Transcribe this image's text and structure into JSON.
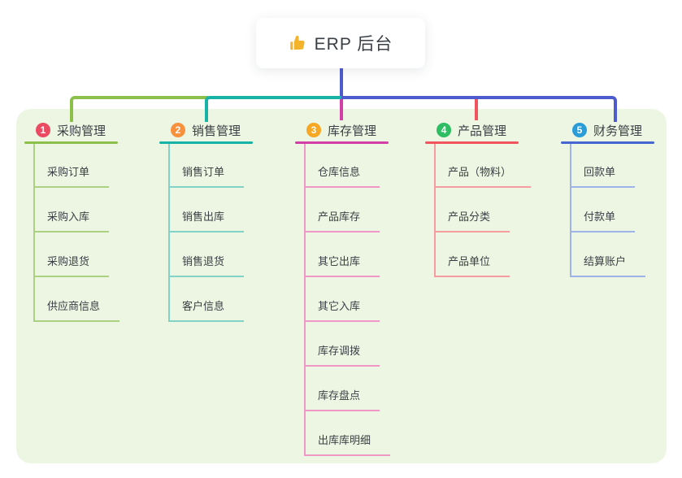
{
  "root": {
    "title": "ERP 后台",
    "icon": "thumbs-up-icon",
    "icon_color": "#f3b32a",
    "connector_color": "#4d5bce"
  },
  "panel_bg": "#ecf6e3",
  "branches": [
    {
      "badge": "1",
      "label": "采购管理",
      "badge_color": "#ea4b62",
      "line_color": "#8bc04a",
      "child_line_color": "#abd283",
      "children": [
        "采购订单",
        "采购入库",
        "采购退货",
        "供应商信息"
      ]
    },
    {
      "badge": "2",
      "label": "销售管理",
      "badge_color": "#f8913e",
      "line_color": "#17b3a6",
      "child_line_color": "#82d2c8",
      "children": [
        "销售订单",
        "销售出库",
        "销售退货",
        "客户信息"
      ]
    },
    {
      "badge": "3",
      "label": "库存管理",
      "badge_color": "#f6a723",
      "line_color": "#d23fa6",
      "child_line_color": "#ef97c6",
      "children": [
        "仓库信息",
        "产品库存",
        "其它出库",
        "其它入库",
        "库存调拨",
        "库存盘点",
        "出库库明细"
      ]
    },
    {
      "badge": "4",
      "label": "产品管理",
      "badge_color": "#2dbd62",
      "line_color": "#f0545d",
      "child_line_color": "#f59ca1",
      "children": [
        "产品（物料）",
        "产品分类",
        "产品单位"
      ]
    },
    {
      "badge": "5",
      "label": "财务管理",
      "badge_color": "#2a9cd8",
      "line_color": "#4766d2",
      "child_line_color": "#9db3e9",
      "children": [
        "回款单",
        "付款单",
        "结算账户"
      ]
    }
  ]
}
